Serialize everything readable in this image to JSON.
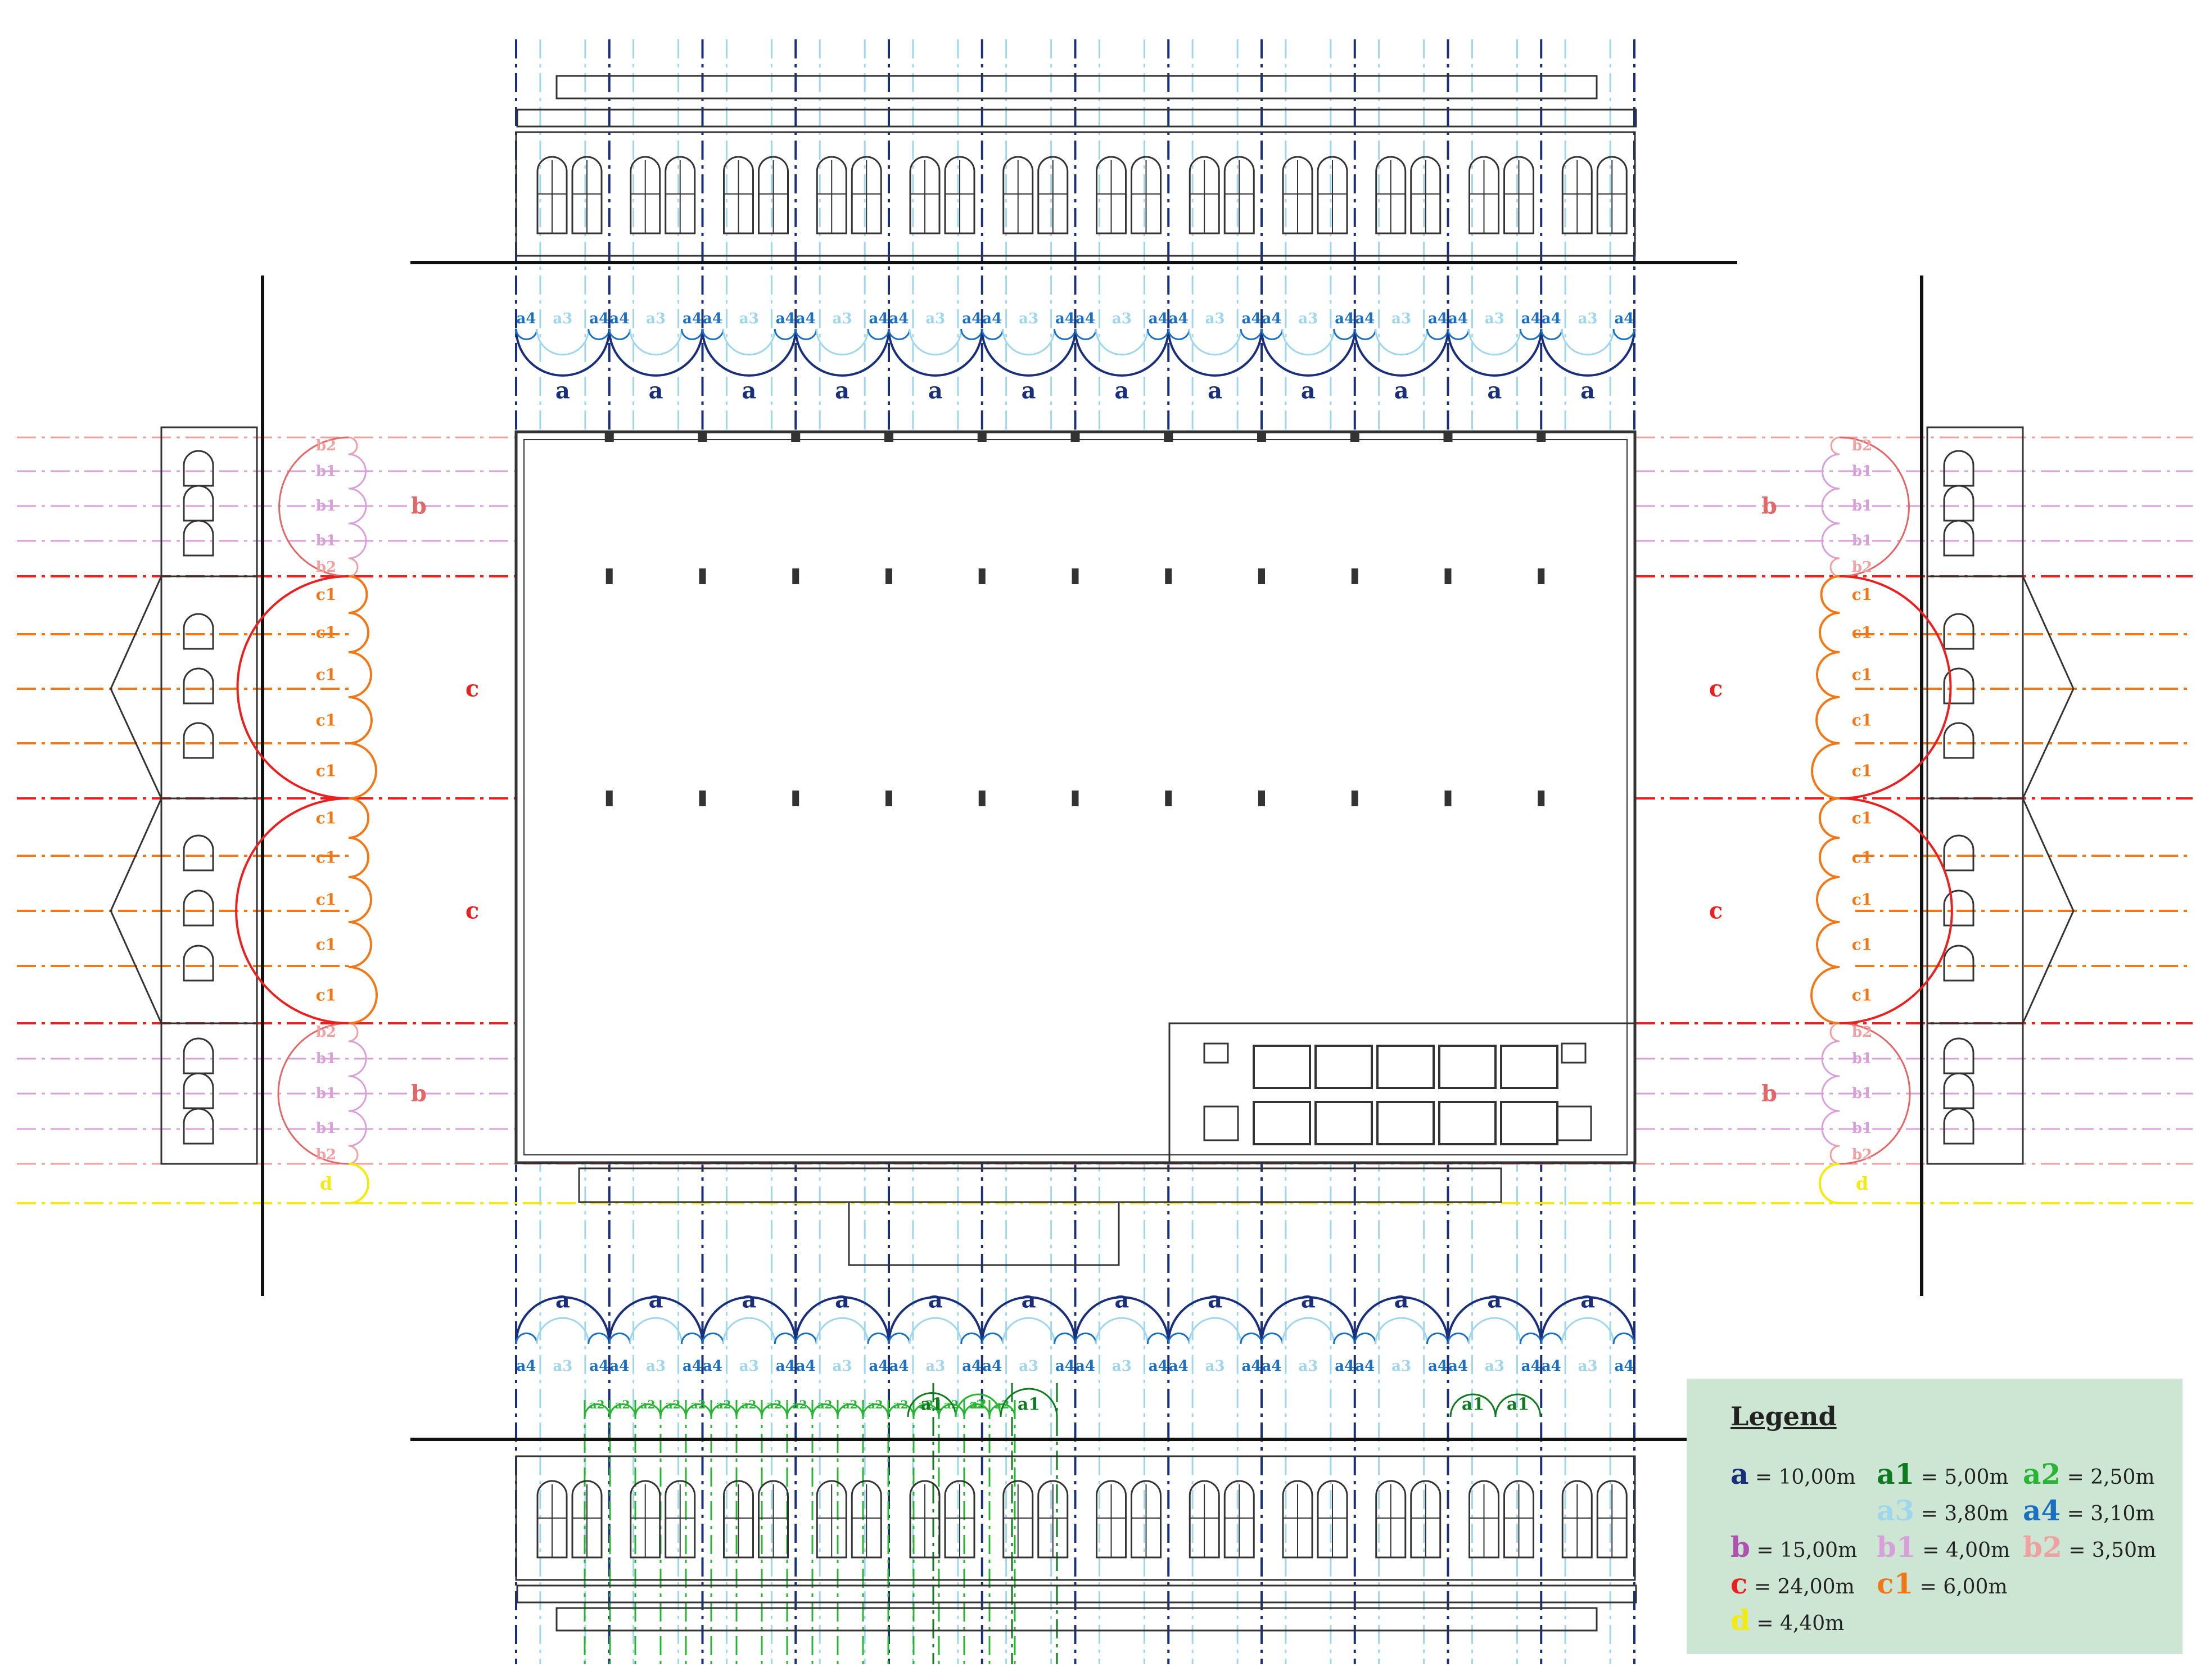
{
  "colors": {
    "a": "#1a2f7a",
    "a1": "#0f7a1f",
    "a2": "#28b533",
    "a3": "#9fd6ec",
    "a4": "#1a6fc0",
    "b": "#e06868",
    "b1": "#d8a0d8",
    "b2": "#f0a0a0",
    "c": "#e82020",
    "c1": "#f07818",
    "d": "#f2ea10",
    "drawing": "#333333",
    "legend_bg": "#cde6d3"
  },
  "labels": {
    "a": "a",
    "a1": "a1",
    "a2": "a2",
    "a3": "a3",
    "a4": "a4",
    "b": "b",
    "b1": "b1",
    "b2": "b2",
    "c": "c",
    "c1": "c1",
    "d": "d"
  },
  "legend": {
    "title": "Legend",
    "items": [
      {
        "key": "a",
        "symbol": "a",
        "value": "= 10,00m",
        "color": "#1a2f7a"
      },
      {
        "key": "a1",
        "symbol": "a1",
        "value": "= 5,00m",
        "color": "#0f7a1f"
      },
      {
        "key": "a2",
        "symbol": "a2",
        "value": "= 2,50m",
        "color": "#28b533"
      },
      {
        "key": "a3",
        "symbol": "a3",
        "value": "= 3,80m",
        "color": "#9fd6ec"
      },
      {
        "key": "a4",
        "symbol": "a4",
        "value": "= 3,10m",
        "color": "#1a6fc0"
      },
      {
        "key": "b",
        "symbol": "b",
        "value": "= 15,00m",
        "color": "#b050b0"
      },
      {
        "key": "b1",
        "symbol": "b1",
        "value": "= 4,00m",
        "color": "#d8a0d8"
      },
      {
        "key": "b2",
        "symbol": "b2",
        "value": "= 3,50m",
        "color": "#f0a0a0"
      },
      {
        "key": "c",
        "symbol": "c",
        "value": "= 24,00m",
        "color": "#e82020"
      },
      {
        "key": "c1",
        "symbol": "c1",
        "value": "= 6,00m",
        "color": "#f07818"
      },
      {
        "key": "d",
        "symbol": "d",
        "value": "= 4,40m",
        "color": "#f2ea10"
      }
    ]
  }
}
